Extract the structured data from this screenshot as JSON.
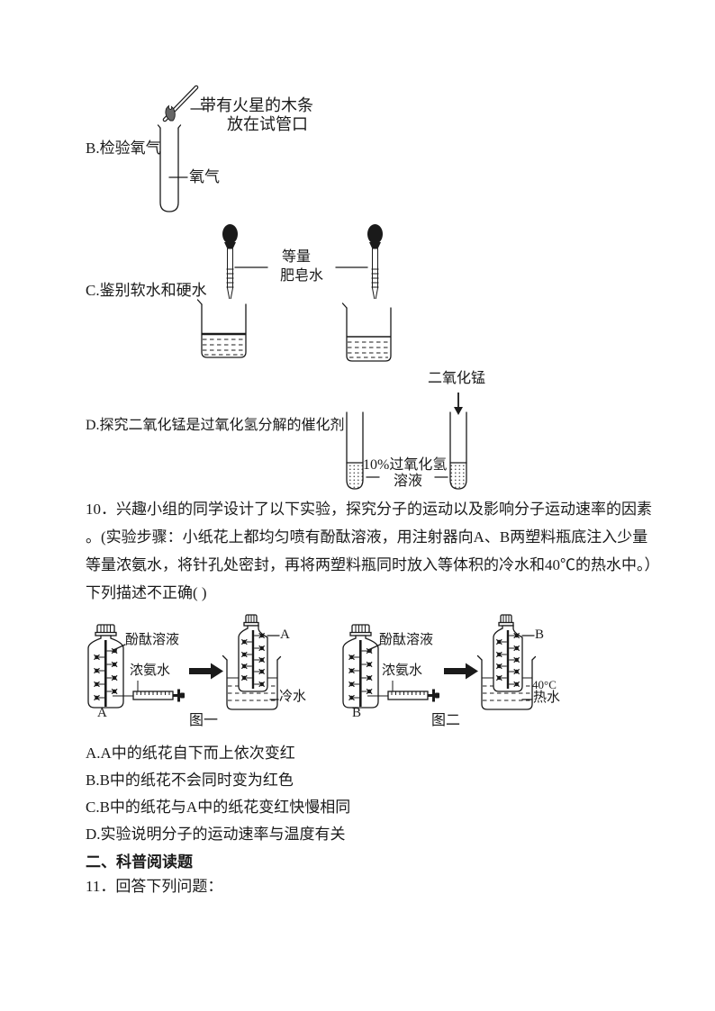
{
  "doc": {
    "background": "#ffffff",
    "ink": "#1a1a1a"
  },
  "option_b_block": {
    "label": "B.检验氧气",
    "splint_label_line1": "带有火星的木条",
    "splint_label_line2": "放在试管口",
    "tube_content_label": "氧气"
  },
  "option_c_block": {
    "label": "C.鉴别软水和硬水",
    "dropper_label_line1": "等量",
    "dropper_label_line2": "肥皂水"
  },
  "option_d_block": {
    "label": "D.探究二氧化锰是过氧化氢分解的催化剂",
    "powder_label": "二氧化锰",
    "solution_label_line1": "10%过氧化氢",
    "solution_label_line2": "溶液"
  },
  "question10": {
    "lines": [
      "10．兴趣小组的同学设计了以下实验，探究分子的运动以及影响分子运动速率的因素",
      "。(实验步骤：小纸花上都均匀喷有酚酞溶液，用注射器向A、B两塑料瓶底注入少量",
      "等量浓氨水，将针孔处密封，再将两塑料瓶同时放入等体积的冷水和40℃的热水中。）",
      "下列描述不正确( )"
    ],
    "figure1": {
      "caption": "图一",
      "bottle_letter": "A",
      "flower_label": "酚酞溶液",
      "ammonia_label": "浓氨水",
      "result_bottle_letter": "A",
      "bath_label": "冷水"
    },
    "figure2": {
      "caption": "图二",
      "bottle_letter": "B",
      "flower_label": "酚酞溶液",
      "ammonia_label": "浓氨水",
      "result_bottle_letter": "B",
      "bath_temp": "40°C",
      "bath_label": "热水"
    },
    "options": [
      "A.A中的纸花自下而上依次变红",
      "B.B中的纸花不会同时变为红色",
      "C.B中的纸花与A中的纸花变红快慢相同",
      "D.实验说明分子的运动速率与温度有关"
    ]
  },
  "section_heading": "二、科普阅读题",
  "question11": "11．回答下列问题："
}
